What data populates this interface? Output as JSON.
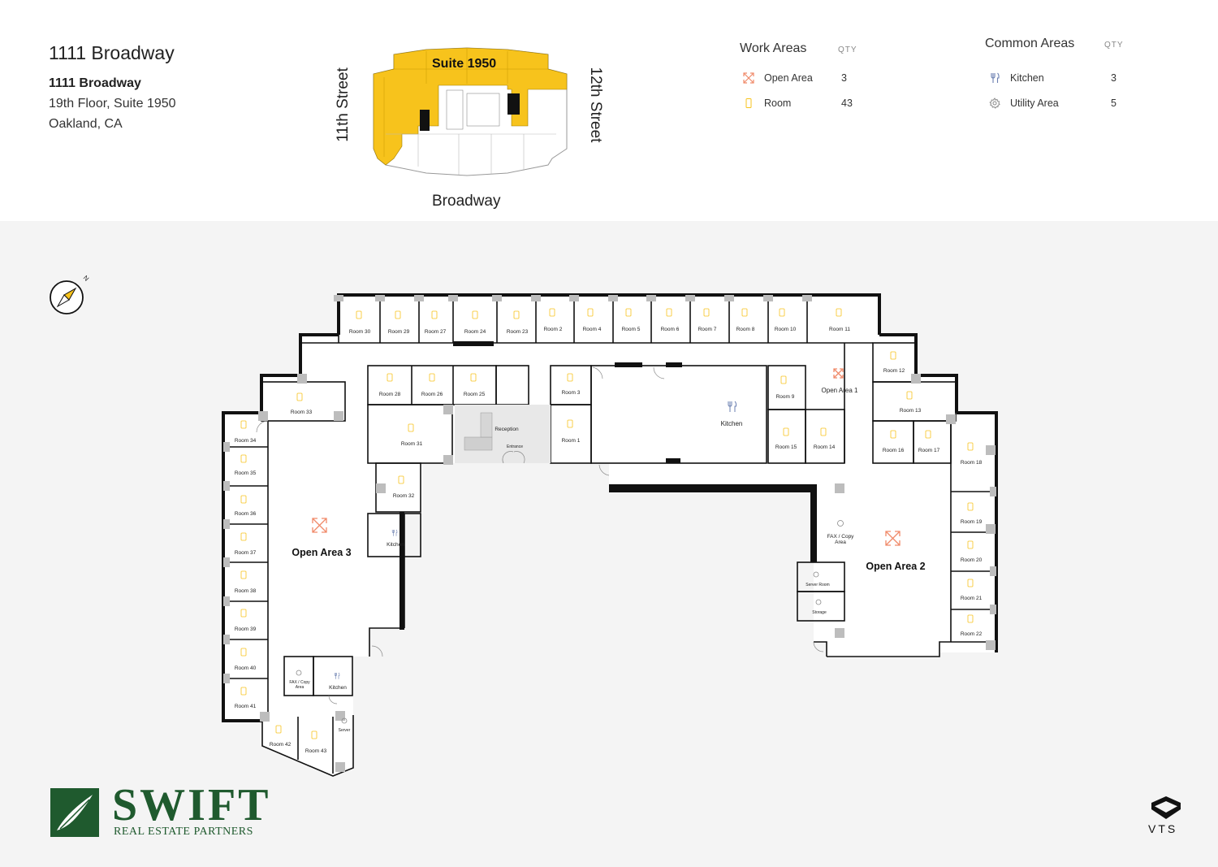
{
  "header": {
    "title": "1111 Broadway",
    "building_name": "1111 Broadway",
    "floor_suite": "19th Floor, Suite 1950",
    "city": "Oakland, CA"
  },
  "key_plan": {
    "suite_label": "Suite 1950",
    "streets": {
      "left": "11th Street",
      "right": "12th Street",
      "bottom": "Broadway"
    },
    "highlight_color": "#f7c31c"
  },
  "legend": {
    "work": {
      "heading": "Work Areas",
      "qty_heading": "QTY",
      "items": [
        {
          "label": "Open Area",
          "qty": "3",
          "icon": "expand-arrows-icon"
        },
        {
          "label": "Room",
          "qty": "43",
          "icon": "room-icon"
        }
      ]
    },
    "common": {
      "heading": "Common Areas",
      "qty_heading": "QTY",
      "items": [
        {
          "label": "Kitchen",
          "qty": "3",
          "icon": "fork-knife-icon"
        },
        {
          "label": "Utility Area",
          "qty": "5",
          "icon": "gear-icon"
        }
      ]
    }
  },
  "compass": {
    "north_label": "N"
  },
  "colors": {
    "accent": "#f7c31c",
    "open_area": "#f08a6a",
    "kitchen_icon": "#6a7fb0",
    "logo_green": "#1f5a2e"
  },
  "rooms": {
    "top_row": [
      "Room 30",
      "Room 29",
      "Room 27",
      "Room 24",
      "Room 23",
      "Room 2",
      "Room 4",
      "Room 5",
      "Room 6",
      "Room 7",
      "Room 8",
      "Room 10",
      "Room 11"
    ],
    "interior": [
      "Room 28",
      "Room 26",
      "Room 25",
      "Room 3",
      "Room 1",
      "Room 31",
      "Room 32",
      "Room 9",
      "Room 15",
      "Room 14",
      "Room 12",
      "Room 13",
      "Room 16",
      "Room 17",
      "Room 33"
    ],
    "left_column": [
      "Room 34",
      "Room 35",
      "Room 36",
      "Room 37",
      "Room 38",
      "Room 39",
      "Room 40",
      "Room 41",
      "Room 42",
      "Room 43"
    ],
    "right_column": [
      "Room 18",
      "Room 19",
      "Room 20",
      "Room 21",
      "Room 22"
    ]
  },
  "areas": {
    "open_area_1": "Open Area 1",
    "open_area_2": "Open Area 2",
    "open_area_3": "Open Area 3",
    "kitchen_main": "Kitchen",
    "kitchen_small": "Kitchen",
    "kitchen_lower": "Kitchen",
    "reception": "Reception",
    "entrance": "Entrance",
    "fax_right_1": "FAX / Copy",
    "fax_right_2": "Area",
    "server_room": "Server Room",
    "storage": "Storage",
    "fax_left_1": "FAX / Copy",
    "fax_left_2": "Area",
    "server": "Server"
  },
  "branding": {
    "company": "SWIFT",
    "company_sub": "REAL ESTATE PARTNERS",
    "platform": "VTS"
  }
}
